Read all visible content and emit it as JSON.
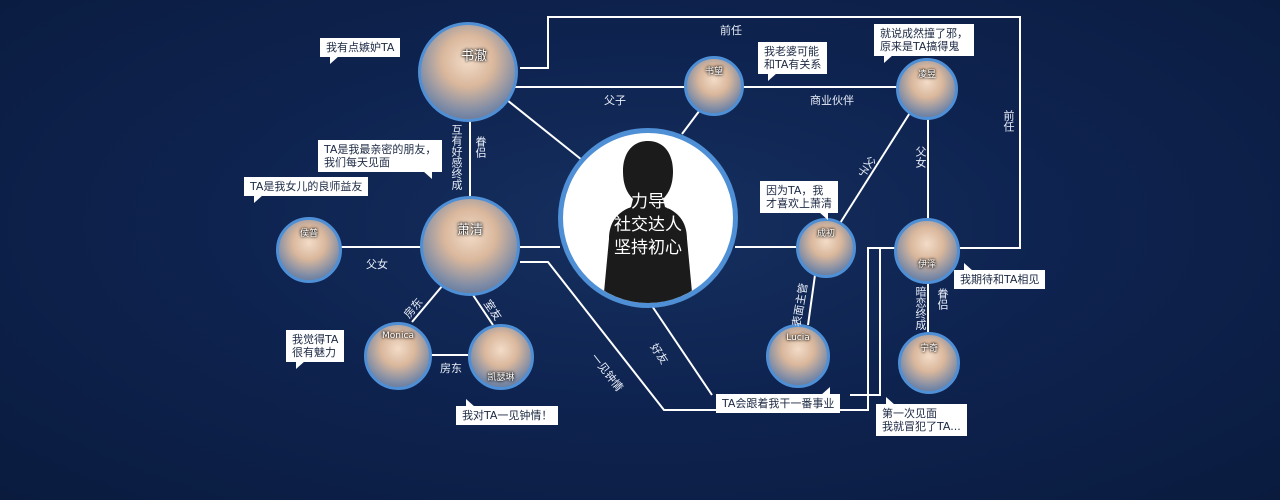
{
  "center": {
    "lines": [
      "魅力导师",
      "社交达人",
      "坚持初心"
    ]
  },
  "people": {
    "shuche": "书澈",
    "xiaoqing": "萧清",
    "shuwang": "书望",
    "lingyu": "凌昱",
    "chengchu": "成初",
    "yizhe": "伊泽",
    "houpu": "侯普",
    "monica": "Monica",
    "kaiselin": "凯瑟琳",
    "lucia": "Lucia",
    "ningqi": "宁奇"
  },
  "bubbles": {
    "shuche": "我有点嫉妒TA",
    "xiaoqing_1": "TA是我最亲密的朋友，",
    "xiaoqing_2": "我们每天见面",
    "houpu": "TA是我女儿的良师益友",
    "shuwang_1": "我老婆可能",
    "shuwang_2": "和TA有关系",
    "lingyu_1": "就说成然撞了邪，",
    "lingyu_2": "原来是TA搞得鬼",
    "chengchu_1": "因为TA，我",
    "chengchu_2": "才喜欢上萧清",
    "yizhe": "我期待和TA相见",
    "monica_1": "我觉得TA",
    "monica_2": "很有魅力",
    "kaiselin": "我对TA一见钟情！",
    "lucia": "TA会跟着我干一番事业",
    "ningqi_1": "第一次见面",
    "ningqi_2": "我就冒犯了TA..."
  },
  "relations": {
    "qianren_top": "前任",
    "qianren_right": "前任",
    "fuzi_top": "父子",
    "shangye": "商业伙伴",
    "fuzi_diag": "父子",
    "funv_right": "父女",
    "huyou": "互有好感终成",
    "juanlv_left": "眷侣",
    "fanv_left": "父女",
    "fangdong_1": "房东",
    "shiyou": "室友",
    "fangdong_2": "房东",
    "yijian": "一见钟情",
    "haoyou": "好友",
    "biaomian": "表面主管",
    "anlian": "暗恋终成",
    "juanlv_right": "眷侣"
  },
  "colors": {
    "background": "#0e2350",
    "line": "#ffffff",
    "ring": "#4f8fd6",
    "bubble": "#ffffff"
  }
}
